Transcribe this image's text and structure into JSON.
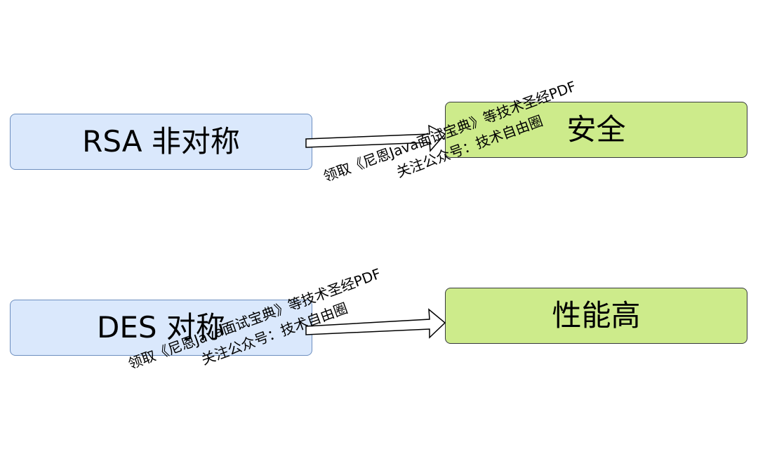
{
  "nodes": {
    "rsa": "RSA 非对称",
    "des": "DES 对称",
    "security": "安全",
    "performance": "性能高"
  },
  "watermark": {
    "line1": "领取《尼恩Java面试宝典》等技术圣经PDF",
    "line2": "关注公众号：技术自由圈"
  },
  "colors": {
    "blue_fill": "#dae8fc",
    "blue_stroke": "#6c8ebf",
    "green_fill": "#cdeb8b",
    "green_stroke": "#36393d",
    "arrow_fill": "#ffffff",
    "arrow_stroke": "#000000"
  }
}
